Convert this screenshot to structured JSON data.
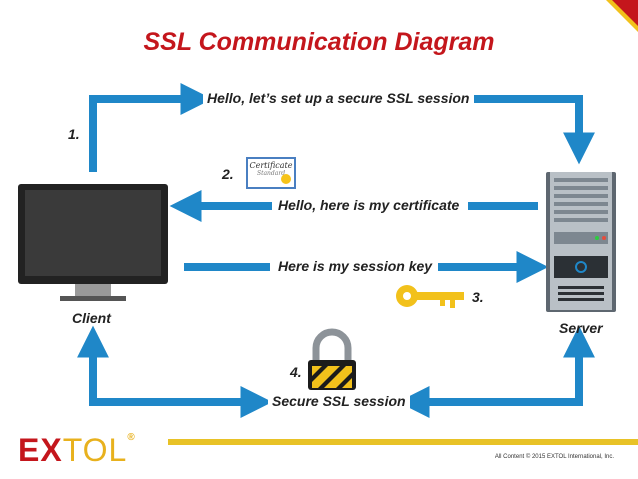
{
  "title": "SSL Communication Diagram",
  "colors": {
    "title": "#c4161c",
    "arrow": "#1f87c8",
    "logo_red": "#c4161c",
    "logo_gold": "#e8b11d",
    "footer_bar": "#e8c227"
  },
  "nodes": {
    "client": "Client",
    "server": "Server"
  },
  "steps": [
    {
      "number": "1.",
      "label": "Hello, let’s set up a secure SSL session"
    },
    {
      "number": "2.",
      "label": "Hello, here is my certificate"
    },
    {
      "number": "3.",
      "label": "Here is my session key"
    },
    {
      "number": "4.",
      "label": "Secure SSL session"
    }
  ],
  "certificate": {
    "title": "Certificate",
    "subtitle": "Standard"
  },
  "icons": [
    "monitor-icon",
    "server-icon",
    "certificate-icon",
    "key-icon",
    "padlock-icon"
  ],
  "footer": {
    "logo_main": "EX",
    "logo_accent": "TOL",
    "logo_reg": "®",
    "copyright": "All Content © 2015 EXTOL International, Inc."
  }
}
